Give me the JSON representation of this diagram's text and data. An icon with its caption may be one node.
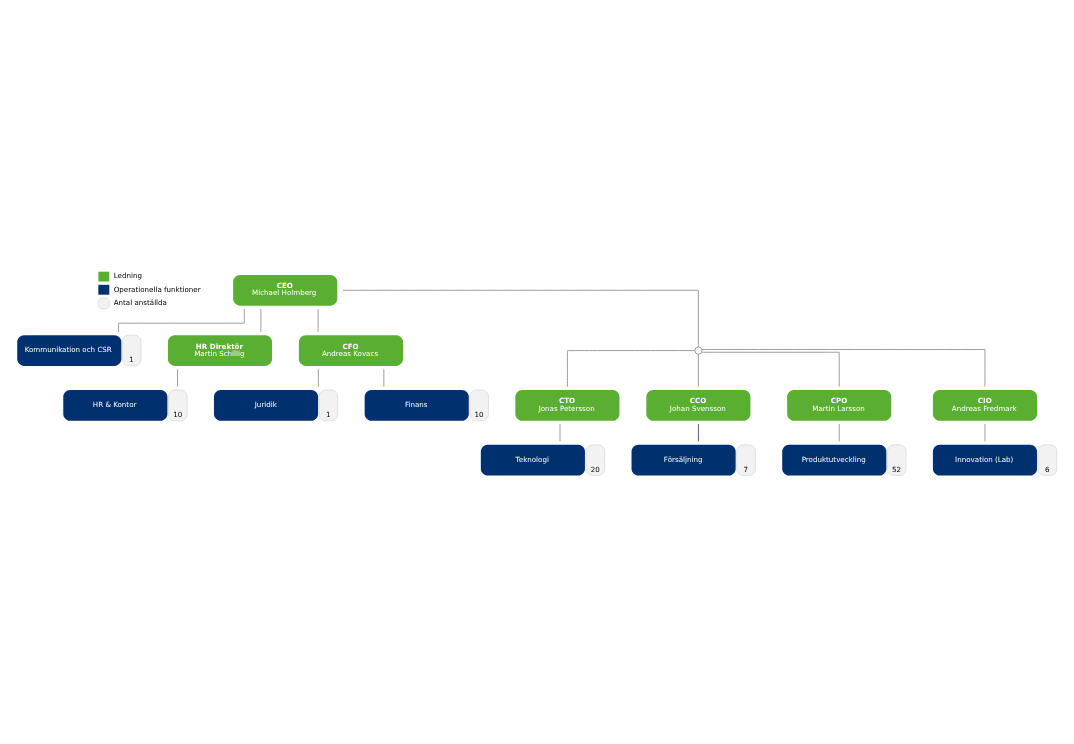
{
  "diagram": {
    "nodes": [
      {
        "text": [
          "CEO",
          "Michael Holmberg"
        ]
      },
      {
        "text": [
          "Kommunikation och CSR"
        ],
        "beside": [
          "1"
        ]
      },
      {
        "text": [
          "HR Direktör",
          "Martin Schillig"
        ]
      },
      {
        "text": [
          "CFO",
          "Andreas Kovacs"
        ]
      },
      {
        "text": [
          "HR & Kontor"
        ],
        "beside": [
          "10"
        ]
      },
      {
        "text": [
          "Juridik"
        ],
        "beside": [
          "1"
        ]
      },
      {
        "text": [
          "Finans"
        ],
        "beside": [
          "10"
        ]
      },
      {
        "text": [],
        "shape": "circle"
      },
      {
        "text": [
          "CTO",
          "Jonas Petersson"
        ]
      },
      {
        "text": [
          "CCO",
          "Johan Svensson"
        ]
      },
      {
        "text": [
          "CPO",
          "Martin Larsson"
        ]
      },
      {
        "text": [
          "CIO",
          "Andreas Fredmark"
        ]
      },
      {
        "text": [
          "Teknologi"
        ],
        "beside": [
          "20"
        ]
      },
      {
        "text": [
          "Försäljning"
        ],
        "beside": [
          "7"
        ]
      },
      {
        "text": [
          "Produktutveckling"
        ],
        "beside": [
          "52"
        ]
      },
      {
        "text": [
          "Innovation (Lab)"
        ],
        "beside": [
          "6"
        ]
      }
    ],
    "edges": [
      {
        "from": 0,
        "to": 1,
        "arrow": "none"
      },
      {
        "from": 0,
        "to": 2,
        "arrow": "none"
      },
      {
        "from": 0,
        "to": 3,
        "arrow": "none"
      },
      {
        "from": 2,
        "to": 4,
        "arrow": "none"
      },
      {
        "from": 3,
        "to": 5,
        "arrow": "none"
      },
      {
        "from": 3,
        "to": 6,
        "arrow": "none"
      },
      {
        "from": 0,
        "to": 7,
        "arrow": "none"
      },
      {
        "from": 7,
        "to": 8,
        "arrow": "none"
      },
      {
        "from": 7,
        "to": 9,
        "arrow": "none"
      },
      {
        "from": 7,
        "to": 10,
        "arrow": "none"
      },
      {
        "from": 7,
        "to": 11,
        "arrow": "none"
      },
      {
        "from": 8,
        "to": 12,
        "arrow": "none"
      },
      {
        "from": 9,
        "to": 13,
        "arrow": "none",
        "color": "#1f3a6e"
      },
      {
        "from": 10,
        "to": 14,
        "arrow": "none"
      },
      {
        "from": 11,
        "to": 15,
        "arrow": "none"
      }
    ],
    "legend": [
      {
        "text": "Ledning",
        "color": "#5aaf32"
      },
      {
        "text": "Operationella funktioner",
        "color": "#00306e"
      },
      {
        "text": "Antal anställda"
      }
    ]
  }
}
